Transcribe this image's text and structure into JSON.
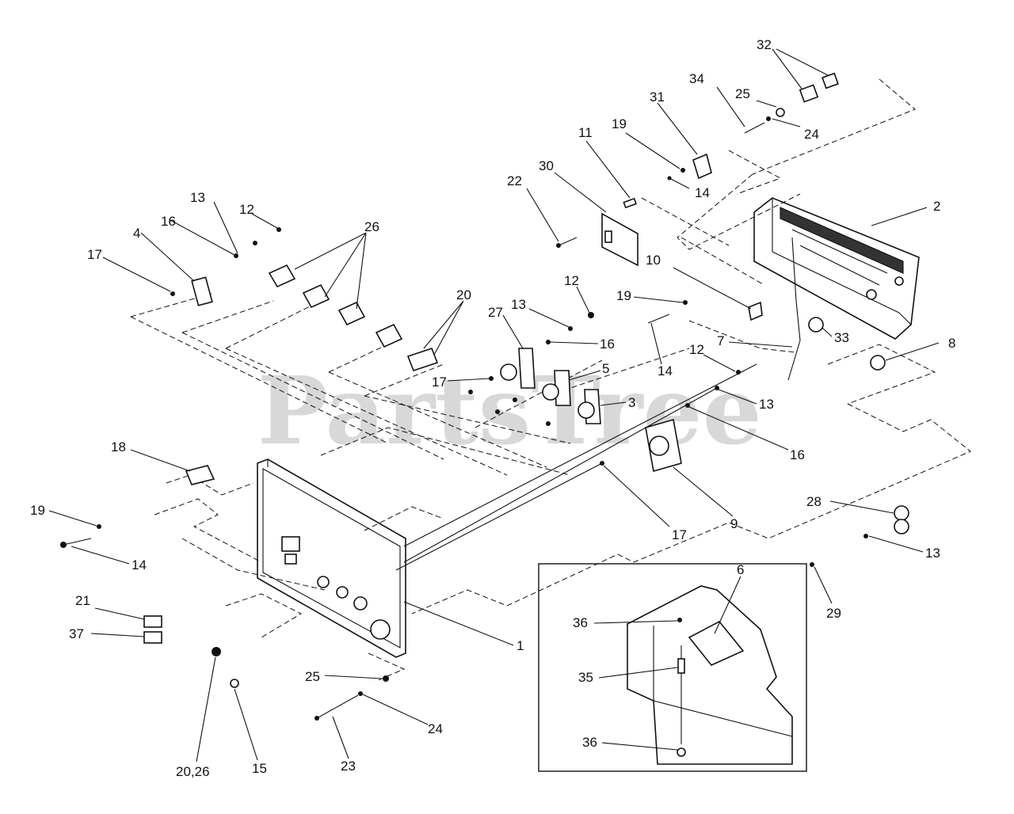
{
  "watermark": "PartsTree",
  "labels": [
    {
      "text": "32"
    },
    {
      "text": "34"
    },
    {
      "text": "25"
    },
    {
      "text": "24"
    },
    {
      "text": "31"
    },
    {
      "text": "19"
    },
    {
      "text": "14"
    },
    {
      "text": "11"
    },
    {
      "text": "30"
    },
    {
      "text": "22"
    },
    {
      "text": "2"
    },
    {
      "text": "10"
    },
    {
      "text": "13"
    },
    {
      "text": "12"
    },
    {
      "text": "16"
    },
    {
      "text": "26"
    },
    {
      "text": "4"
    },
    {
      "text": "17"
    },
    {
      "text": "20"
    },
    {
      "text": "12"
    },
    {
      "text": "13"
    },
    {
      "text": "27"
    },
    {
      "text": "16"
    },
    {
      "text": "19"
    },
    {
      "text": "5"
    },
    {
      "text": "3"
    },
    {
      "text": "17"
    },
    {
      "text": "14"
    },
    {
      "text": "7"
    },
    {
      "text": "33"
    },
    {
      "text": "8"
    },
    {
      "text": "12"
    },
    {
      "text": "13"
    },
    {
      "text": "16"
    },
    {
      "text": "9"
    },
    {
      "text": "17"
    },
    {
      "text": "18"
    },
    {
      "text": "19"
    },
    {
      "text": "14"
    },
    {
      "text": "21"
    },
    {
      "text": "37"
    },
    {
      "text": "1"
    },
    {
      "text": "28"
    },
    {
      "text": "13"
    },
    {
      "text": "29"
    },
    {
      "text": "6"
    },
    {
      "text": "36"
    },
    {
      "text": "35"
    },
    {
      "text": "36"
    },
    {
      "text": "25"
    },
    {
      "text": "24"
    },
    {
      "text": "23"
    },
    {
      "text": "15"
    },
    {
      "text": "20,26"
    }
  ]
}
